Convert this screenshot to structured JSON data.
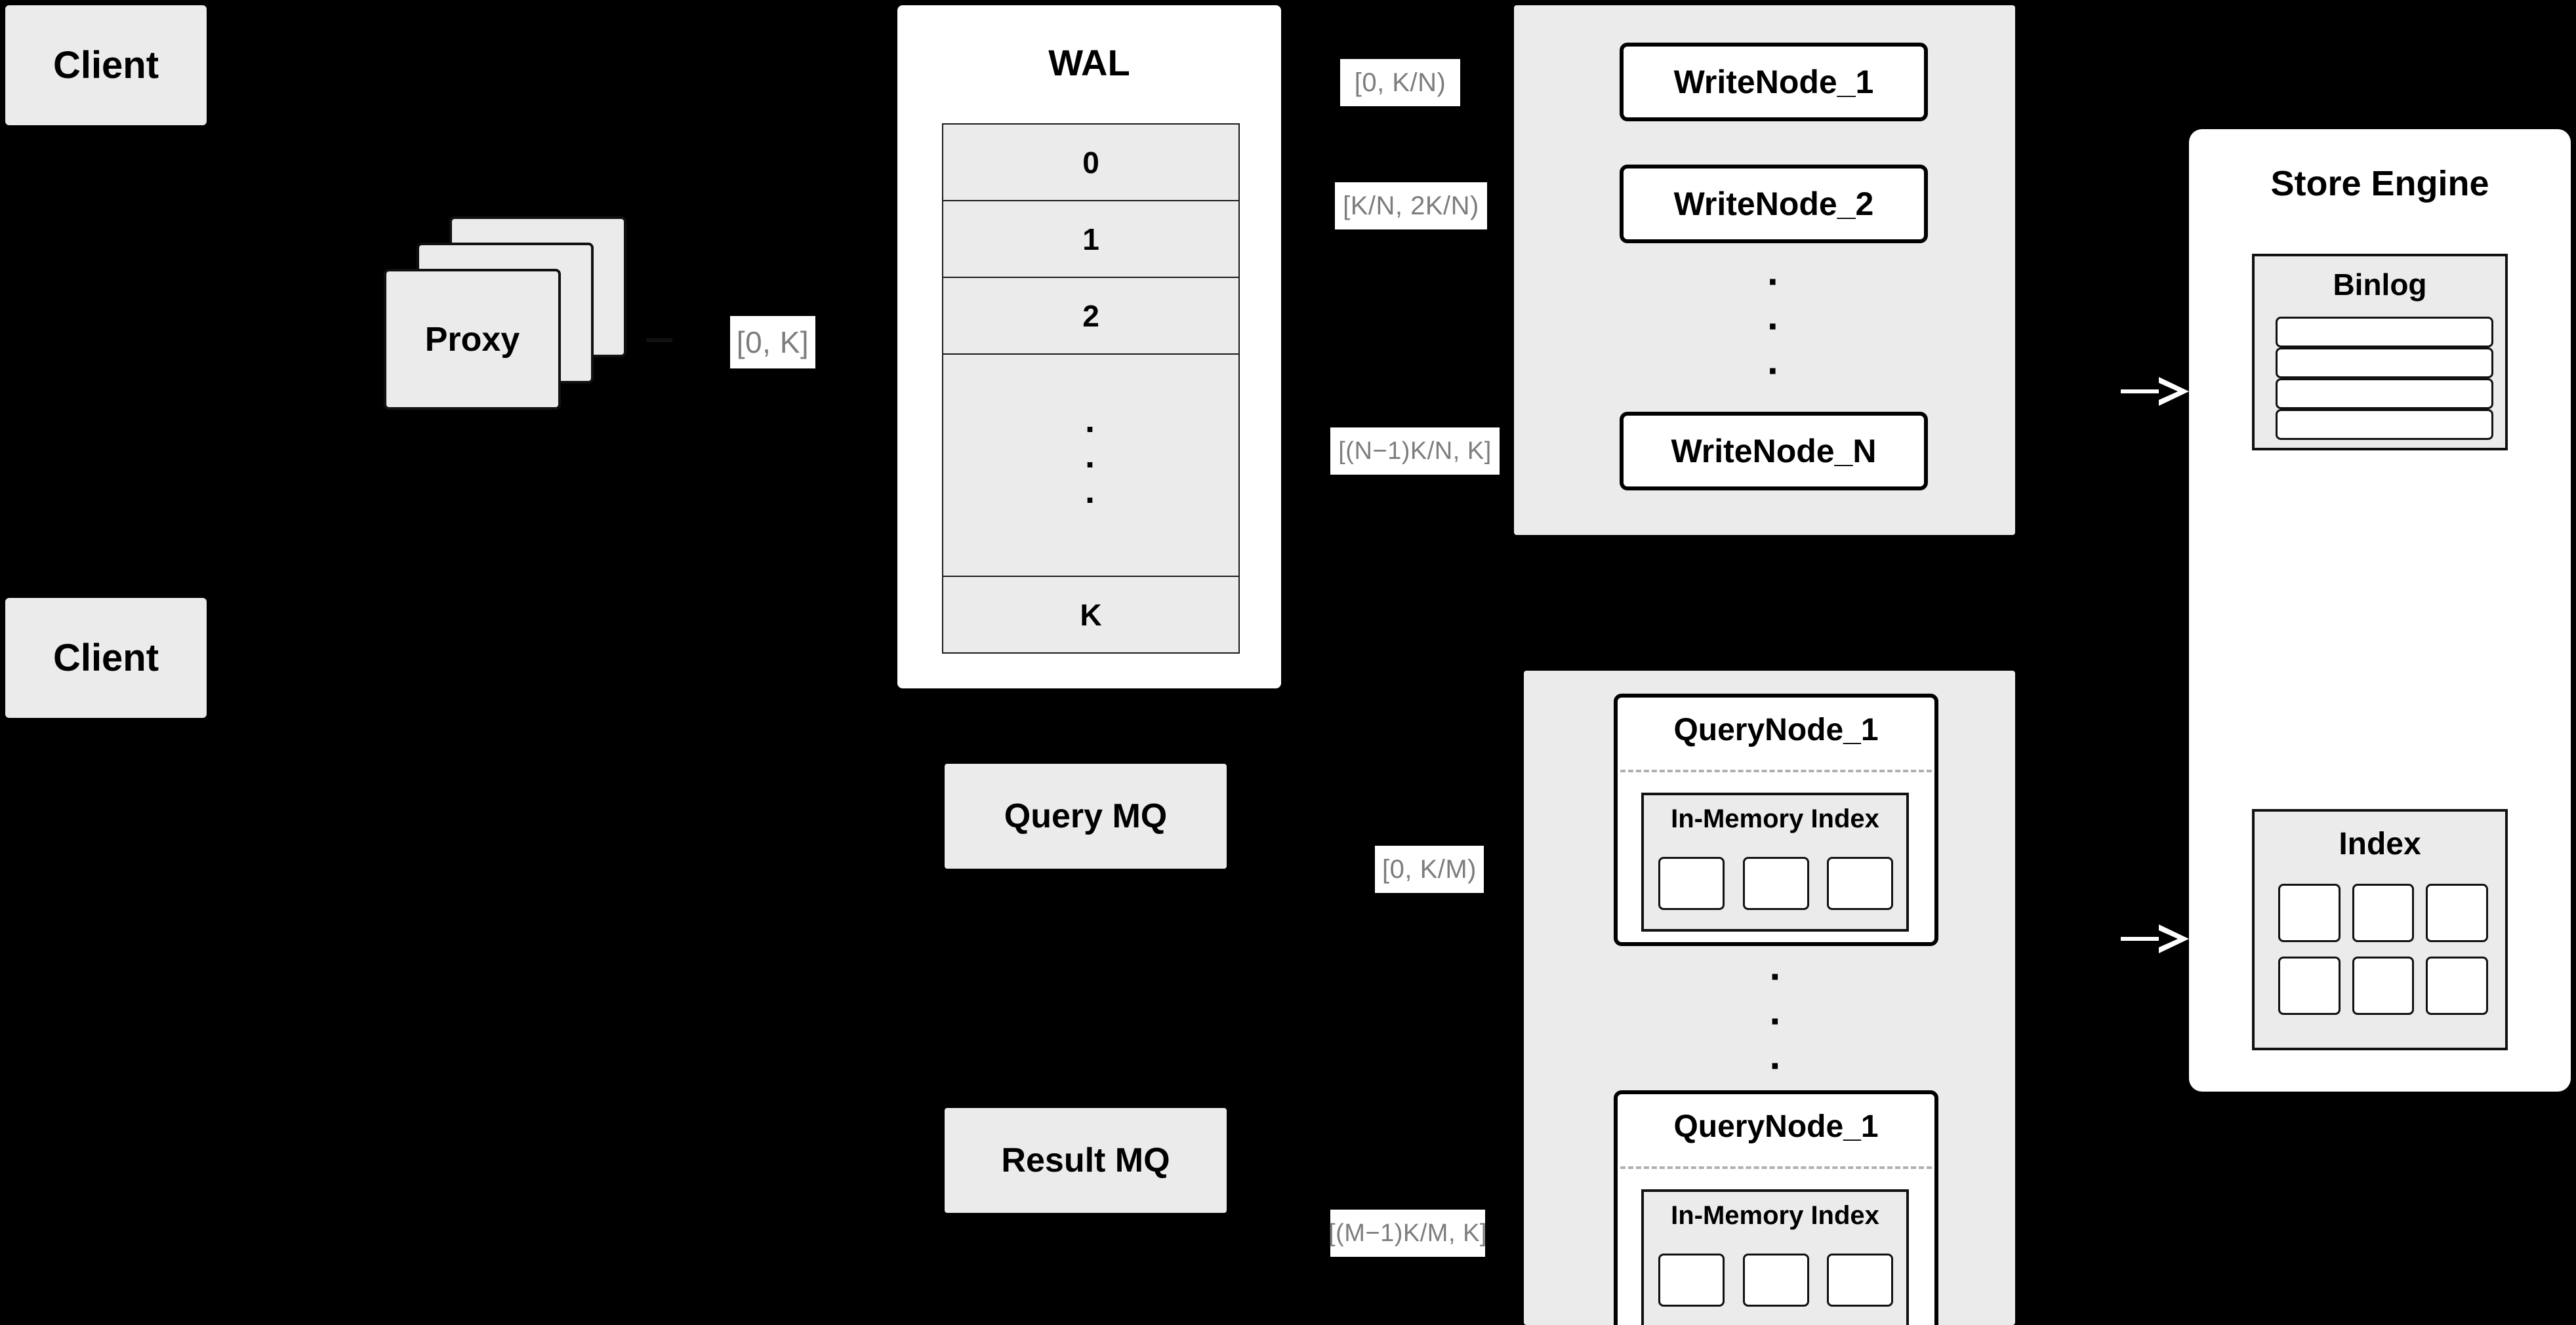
{
  "diagram": {
    "title": "Distributed vector database write/query architecture",
    "background_color": "#000000",
    "node_fill": "#ebebeb",
    "panel_fill": "#ffffff",
    "label_text_color": "#7d7d7d"
  },
  "clients": [
    {
      "label": "Client"
    },
    {
      "label": "Client"
    }
  ],
  "proxy": {
    "label": "Proxy",
    "stack_count": 3
  },
  "wal": {
    "title": "WAL",
    "cells": [
      "0",
      "1",
      "2",
      "·\n·\n·",
      "K"
    ],
    "cell_labels": [
      "0",
      "1",
      "2",
      "K"
    ],
    "ellipsis": "·"
  },
  "write_range_tag": "[0, K]",
  "write_nodes": {
    "nodes": [
      {
        "label": "WriteNode_1",
        "range": "[0,  K/N)"
      },
      {
        "label": "WriteNode_2",
        "range": "[K/N, 2K/N)"
      },
      {
        "label": "WriteNode_N",
        "range": "[(N−1)K/N,  K]"
      }
    ],
    "ellipsis": "·"
  },
  "message_queues": [
    {
      "label": "Query MQ"
    },
    {
      "label": "Result MQ"
    }
  ],
  "query_nodes": {
    "nodes": [
      {
        "label": "QueryNode_1",
        "range": "[0, K/M)",
        "index": {
          "label": "In-Memory Index",
          "segment_count": 3
        }
      },
      {
        "label": "QueryNode_1",
        "range": "[(M−1)K/M, K]",
        "index": {
          "label": "In-Memory Index",
          "segment_count": 3
        }
      }
    ],
    "ellipsis": "·"
  },
  "store_engine": {
    "title": "Store Engine",
    "binlog": {
      "title": "Binlog",
      "row_count": 4
    },
    "index": {
      "title": "Index",
      "rows": 2,
      "cols": 3,
      "cell_count": 6
    }
  }
}
